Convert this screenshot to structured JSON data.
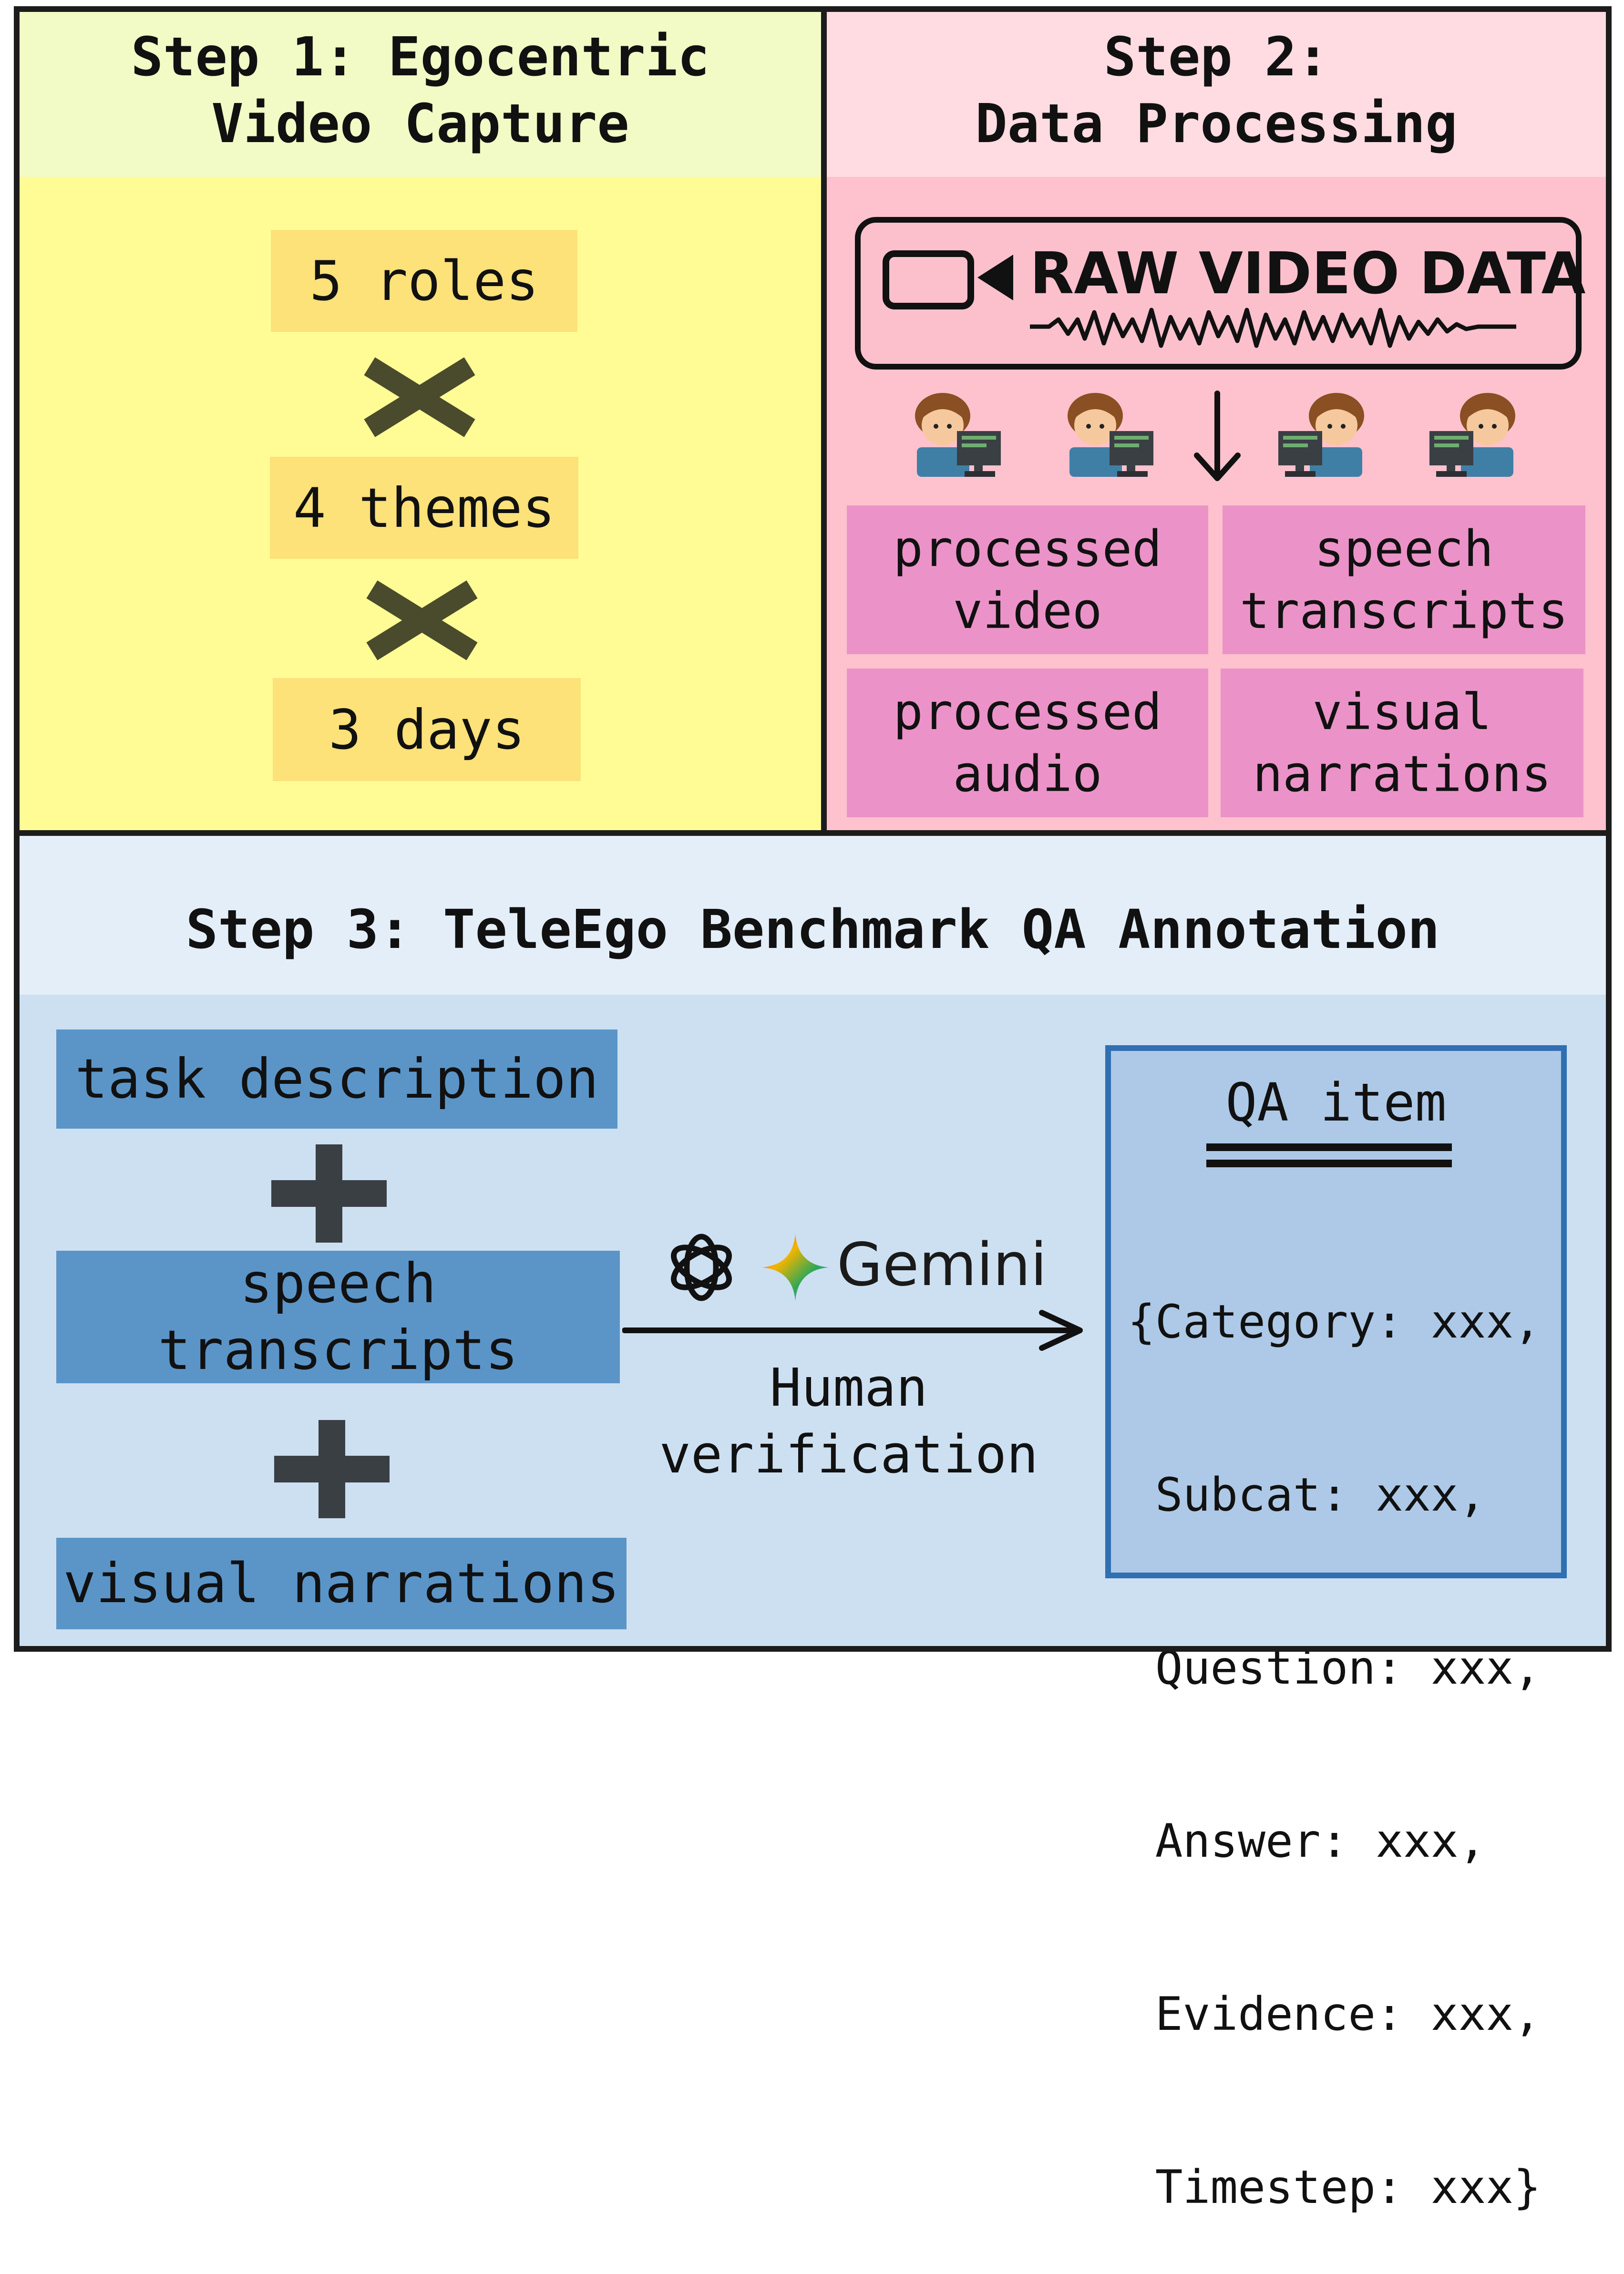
{
  "step1": {
    "title_line1": "Step 1: Egocentric",
    "title_line2": "Video Capture",
    "items": [
      "5 roles",
      "4 themes",
      "3 days"
    ]
  },
  "step2": {
    "title_line1": "Step 2:",
    "title_line2": "Data Processing",
    "raw_label": "RAW VIDEO DATA",
    "outputs": [
      {
        "line1": "processed",
        "line2": "video"
      },
      {
        "line1": "speech",
        "line2": "transcripts"
      },
      {
        "line1": "processed",
        "line2": "audio"
      },
      {
        "line1": "visual",
        "line2": "narrations"
      }
    ]
  },
  "step3": {
    "title": "Step 3: TeleEgo Benchmark QA Annotation",
    "inputs": {
      "task": "task description",
      "speech_line1": "speech",
      "speech_line2": "transcripts",
      "visual": "visual narrations"
    },
    "model_label": "Gemini",
    "verification_line1": "Human",
    "verification_line2": "verification",
    "qa": {
      "title": "QA item",
      "lines": [
        "{Category: xxx,",
        " Subcat: xxx,",
        " Question: xxx,",
        " Answer: xxx,",
        " Evidence: xxx,",
        " Timestep: xxx}"
      ]
    }
  },
  "colors": {
    "step1_header": "#f2fbc5",
    "step1_body": "#fffc96",
    "step1_item": "#fde179",
    "step2_header": "#ffdce2",
    "step2_body": "#fdc2cd",
    "step2_item": "#eb93c8",
    "step3_header": "#e4eef9",
    "step3_body": "#cde0f1",
    "step3_item": "#5b95c8",
    "qa_border": "#2f6fb2",
    "qa_fill": "#adc9e7"
  },
  "icons": [
    "camera-icon",
    "annotator-icon",
    "down-arrow-icon",
    "times-icon",
    "plus-icon",
    "openai-logo-icon",
    "gemini-star-icon",
    "right-arrow-icon"
  ]
}
